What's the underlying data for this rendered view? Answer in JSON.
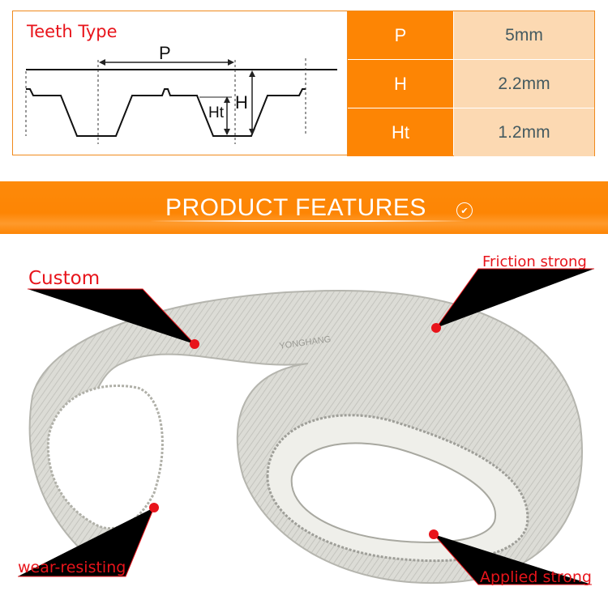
{
  "teeth_type": {
    "title": "Teeth Type",
    "dimension_labels": {
      "p": "P",
      "h": "H",
      "ht": "Ht"
    }
  },
  "spec_table": [
    {
      "key": "P",
      "value": "5mm"
    },
    {
      "key": "H",
      "value": "2.2mm"
    },
    {
      "key": "Ht",
      "value": "1.2mm"
    }
  ],
  "banner": {
    "title": "PRODUCT FEATURES",
    "icon": "chevron-down-circle-icon"
  },
  "photo": {
    "belt_brand": "YONGHANG",
    "callouts": {
      "custom": "Custom",
      "friction": "Friction strong",
      "wear": "wear-resisting",
      "applied": "Applied strong"
    }
  },
  "colors": {
    "accent": "#fd8504",
    "cell": "#fcd9b2",
    "callout": "#e8141b"
  }
}
